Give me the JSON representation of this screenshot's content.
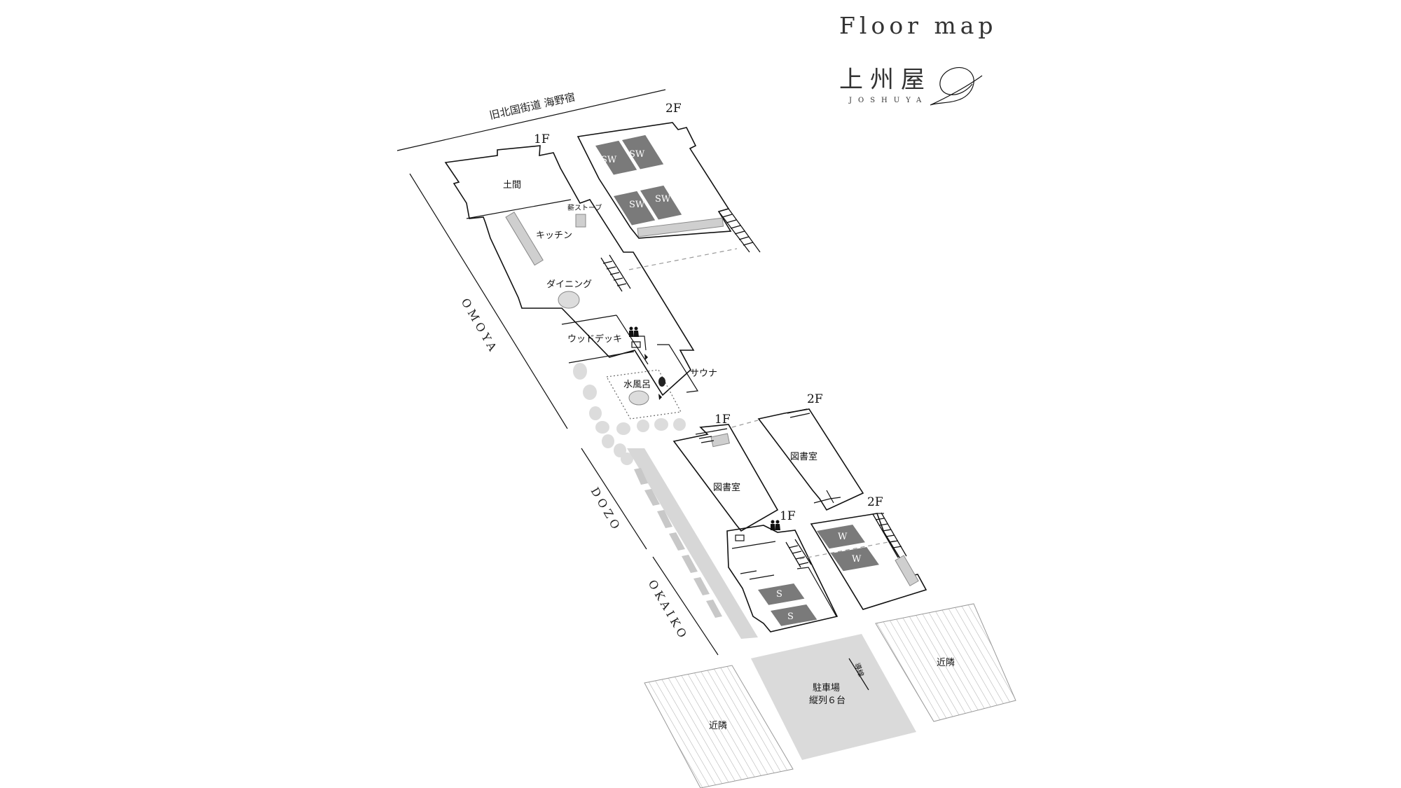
{
  "header": {
    "title": "Floor map"
  },
  "logo": {
    "name_jp": "上州屋",
    "name_en": "JOSHUYA"
  },
  "road": {
    "label": "旧北国街道 海野宿"
  },
  "zones": {
    "omoya": "OMOYA",
    "dozo": "DOZO",
    "okaiko": "OKAIKO"
  },
  "floors": {
    "omoya_1f": "1F",
    "omoya_2f": "2F",
    "dozo_1f": "1F",
    "dozo_2f": "2F",
    "okaiko_1f": "1F",
    "okaiko_2f": "2F"
  },
  "rooms": {
    "doma": "土間",
    "stove": "薪ストーブ",
    "kitchen": "キッチン",
    "dining": "ダイニング",
    "wooddeck": "ウッドデッキ",
    "sauna": "サウナ",
    "mizuburo": "水風呂",
    "library_1f": "図書室",
    "library_2f": "図書室"
  },
  "beds": {
    "sw1": "SW",
    "sw2": "SW",
    "sw3": "SW",
    "sw4": "SW",
    "w1": "W",
    "w2": "W",
    "s1": "S",
    "s2": "S"
  },
  "parking": {
    "line1": "駐車場",
    "line2": "縦列６台",
    "side_label": "導線"
  },
  "neighbors": {
    "left": "近隣",
    "right": "近隣"
  },
  "colors": {
    "ink": "#111111",
    "bed": "#7a7a7a",
    "parking": "#dadada",
    "stone": "#dcdcdc",
    "counter": "#cfcfcf"
  }
}
